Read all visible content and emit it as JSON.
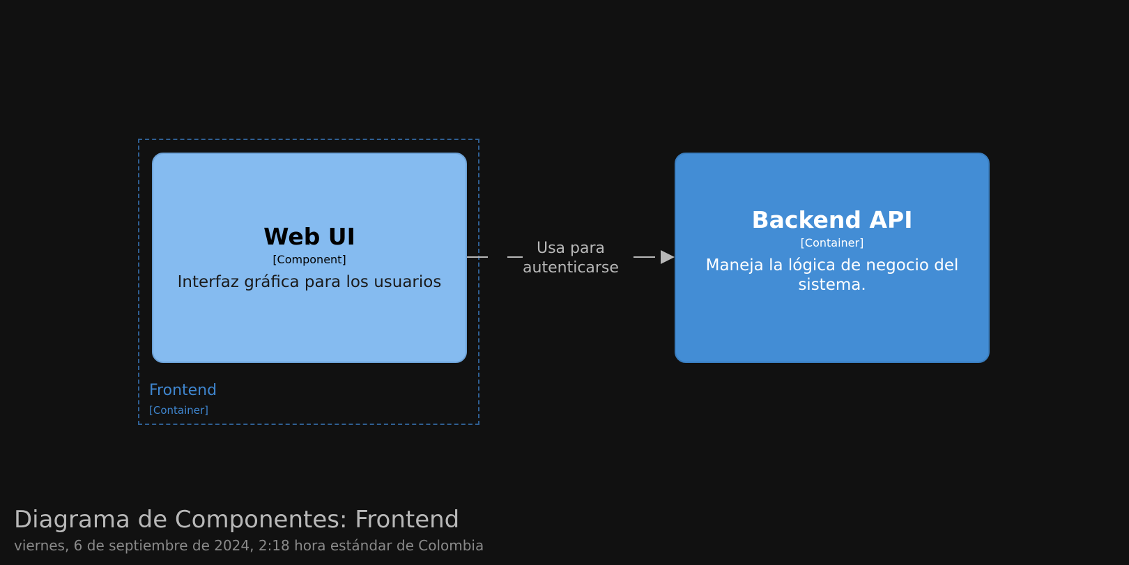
{
  "boundary": {
    "name": "Frontend",
    "type": "[Container]"
  },
  "web_ui": {
    "title": "Web UI",
    "type": "[Component]",
    "description": "Interfaz gráfica para los usuarios"
  },
  "backend_api": {
    "title": "Backend API",
    "type": "[Container]",
    "description": "Maneja la lógica de negocio del sistema."
  },
  "relationship": {
    "label_line1": "Usa para",
    "label_line2": "autenticarse"
  },
  "footer": {
    "title": "Diagrama de Componentes: Frontend",
    "timestamp": "viernes, 6 de septiembre de 2024, 2:18 hora estándar de Colombia"
  },
  "colors": {
    "background": "#111111",
    "component": "#85bbf0",
    "container": "#438dd5",
    "boundary": "#2f5f93",
    "edge": "#b8b8b8"
  }
}
